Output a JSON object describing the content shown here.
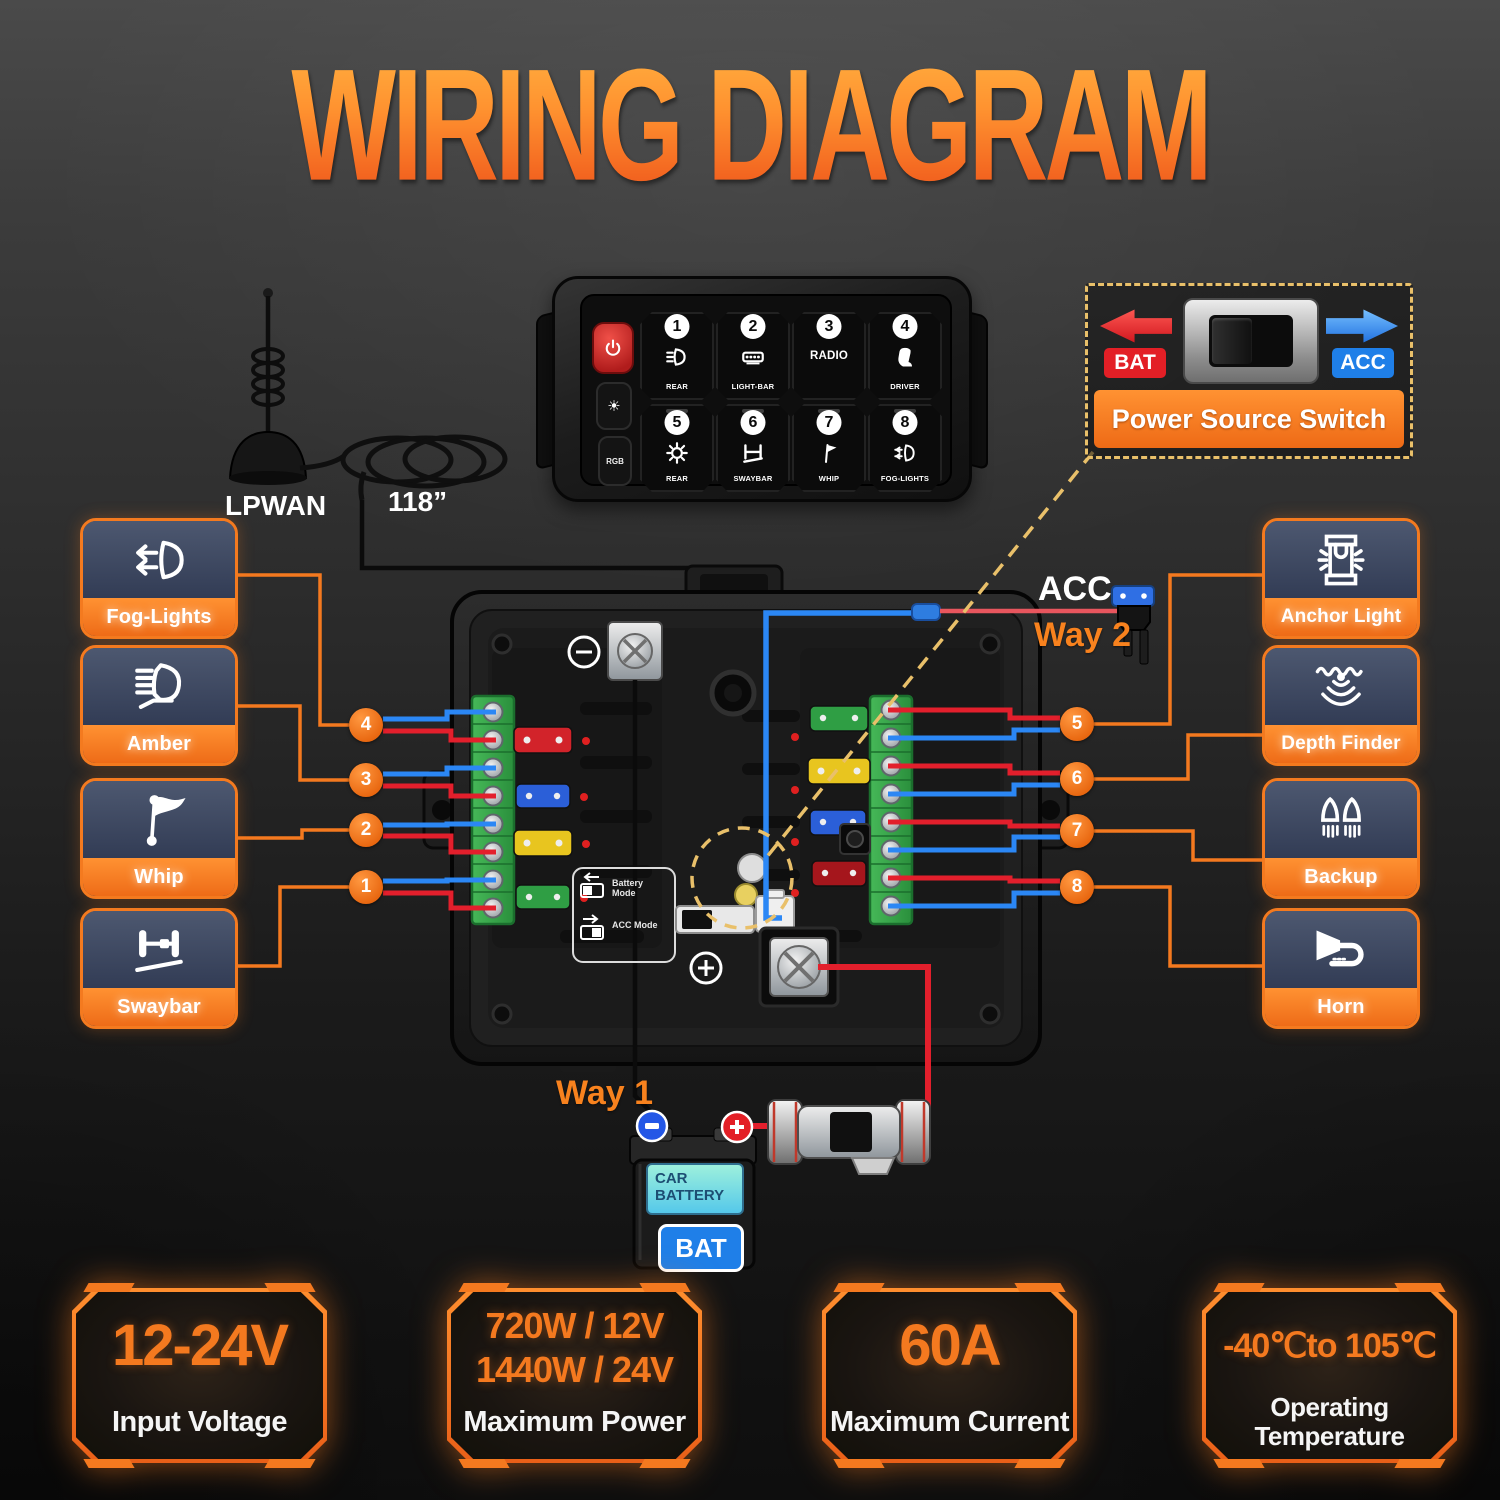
{
  "title": "WIRING DIAGRAM",
  "antenna": {
    "label": "LPWAN",
    "cable_length": "118”"
  },
  "panel": {
    "rgb_label": "RGB",
    "buttons": [
      {
        "num": "1",
        "label": "REAR"
      },
      {
        "num": "2",
        "label": "LIGHT-BAR"
      },
      {
        "num": "3",
        "label": "RADIO"
      },
      {
        "num": "4",
        "label": "DRIVER"
      },
      {
        "num": "5",
        "label": "REAR"
      },
      {
        "num": "6",
        "label": "SWAYBAR"
      },
      {
        "num": "7",
        "label": "WHIP"
      },
      {
        "num": "8",
        "label": "FOG-LIGHTS"
      }
    ]
  },
  "inset": {
    "title": "Power Source Switch",
    "bat": "BAT",
    "acc": "ACC"
  },
  "channels": {
    "left": [
      {
        "num": "4",
        "label": "Fog-Lights",
        "icon": "fog-lights-icon"
      },
      {
        "num": "3",
        "label": "Amber",
        "icon": "amber-light-icon"
      },
      {
        "num": "2",
        "label": "Whip",
        "icon": "whip-flag-icon"
      },
      {
        "num": "1",
        "label": "Swaybar",
        "icon": "swaybar-icon"
      }
    ],
    "right": [
      {
        "num": "5",
        "label": "Anchor Light",
        "icon": "anchor-light-icon"
      },
      {
        "num": "6",
        "label": "Depth Finder",
        "icon": "depth-finder-icon"
      },
      {
        "num": "7",
        "label": "Backup",
        "icon": "backup-lights-icon"
      },
      {
        "num": "8",
        "label": "Horn",
        "icon": "horn-icon"
      }
    ]
  },
  "box": {
    "battery_mode": "Battery Mode",
    "acc_mode": "ACC Mode"
  },
  "labels": {
    "acc": "ACC",
    "way2": "Way 2",
    "way1": "Way 1"
  },
  "battery": {
    "line1": "CAR",
    "line2": "BATTERY",
    "badge": "BAT"
  },
  "specs": [
    {
      "value": "12-24V",
      "label": "Input Voltage"
    },
    {
      "value": "720W / 12V",
      "value2": "1440W / 24V",
      "label": "Maximum Power"
    },
    {
      "value": "60A",
      "label": "Maximum Current"
    },
    {
      "value": "-40℃to 105℃",
      "label": "Operating",
      "label2": "Temperature"
    }
  ],
  "colors": {
    "accent": "#f47a1f",
    "wire_red": "#e31f2c",
    "wire_blue": "#2b87f5",
    "dash_yellow": "#e9c06a",
    "bat_red": "#e31f26",
    "acc_blue": "#1f7fe8"
  }
}
